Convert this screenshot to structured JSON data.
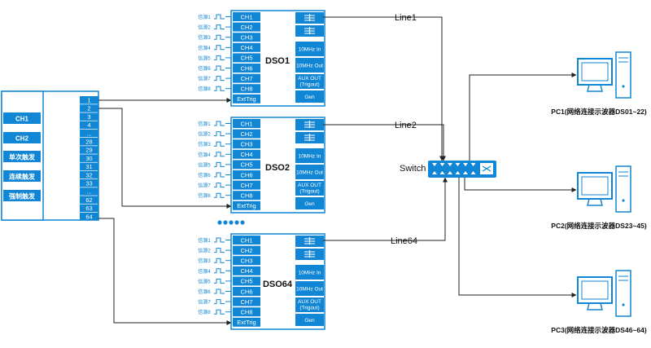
{
  "colors": {
    "blue": "#1186d4",
    "line": "#222222",
    "white": "#ffffff",
    "text": "#111111",
    "dots": "#1186d4"
  },
  "controller": {
    "buttons": [
      "CH1",
      "CH2",
      "单次触发",
      "连续触发",
      "强制触发"
    ],
    "ports": [
      "1",
      "2",
      "3",
      "4",
      "...",
      "28",
      "29",
      "30",
      "31",
      "32",
      "33",
      "...",
      "62",
      "63",
      "64"
    ]
  },
  "dso_units": [
    {
      "name": "DSO1",
      "line_label": "Line1"
    },
    {
      "name": "DSO2",
      "line_label": "Line2"
    },
    {
      "name": "DSO64",
      "line_label": "Line64"
    }
  ],
  "signals": [
    "信源1",
    "信源2",
    "信源3",
    "信源4",
    "信源5",
    "信源6",
    "信源7",
    "信源8"
  ],
  "channels": [
    "CH1",
    "CH2",
    "CH3",
    "CH4",
    "CH5",
    "CH6",
    "CH7",
    "CH8",
    "ExtTrig"
  ],
  "rear_panel": [
    "10MHz In",
    "10MHz Out",
    "AUX OUT",
    "(Trigout)",
    "Gen"
  ],
  "network_icon": "network-port-icon",
  "switch_label": "Switch",
  "pcs": [
    {
      "label": "PC1(网络连接示波器DS01~22)"
    },
    {
      "label": "PC2(网络连接示波器DS23~45)"
    },
    {
      "label": "PC3(网络连接示波器DS46~64)"
    }
  ],
  "ellipsis_icon": "ellipsis-dots-icon"
}
